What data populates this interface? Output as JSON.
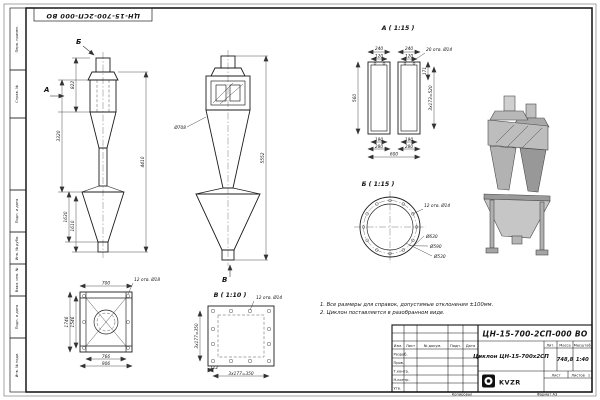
{
  "frame": {
    "doc_number_top": "ЦН-15-700-2СП-000 ВО",
    "copied_label": "Копировал",
    "format_label": "Формат А3"
  },
  "margin": {
    "perv_primen": "Перв. примен.",
    "sprav_no": "Справ. №",
    "podp_data_1": "Подп. и дата",
    "inv_dubl": "Инв. № дубл.",
    "vzam_inv": "Взам. инв. №",
    "podp_data_2": "Подп. и дата",
    "inv_podl": "Инв. № подл."
  },
  "views": {
    "front": {
      "arrow_a": "А",
      "arrow_b": "Б",
      "dim_822": "822",
      "dim_3320": "3320",
      "dim_1630": "1630",
      "dim_1610": "1610",
      "dim_4410": "4410"
    },
    "side": {
      "dia_708": "Ø708",
      "dim_5552": "5552",
      "arrow_v": "В"
    },
    "section_a": {
      "title": "А ( 1:15 )",
      "dim_240_left": "240",
      "dim_240_right": "240",
      "dim_120_left": "120",
      "dim_120_right": "120",
      "holes_note": "20 отв. Ø14",
      "dim_560": "560",
      "dim_171": "171",
      "dim_520": "3х173=520",
      "dim_190_left": "190",
      "dim_190_right": "190",
      "dim_280_left": "280",
      "dim_280_right": "280",
      "dim_600": "600"
    },
    "detail_b": {
      "title": "Б ( 1:15 )",
      "holes_note": "12 отв. Ø14",
      "dia_630": "Ø630",
      "dia_590": "Ø590",
      "dia_530": "Ø530"
    },
    "detail_v": {
      "title": "В ( 1:10 )",
      "holes_note": "12 отв. Ø14",
      "dim_112": "112",
      "dim_350_bottom": "3х177=350",
      "dim_350_left": "3х177=350"
    },
    "support": {
      "dim_700": "700",
      "holes_note": "12 отв. Ø18",
      "dim_1746": "1746",
      "dim_1546": "1546",
      "dim_766": "766",
      "dim_906": "906"
    }
  },
  "notes": {
    "line1": "1. Все размеры для справок, допустимые отклонения ±100мм.",
    "line2": "2. Циклон поставляется в разобранном виде."
  },
  "stamp": {
    "doc_number": "ЦН-15-700-2СП-000 ВО",
    "product_name": "Циклон ЦН-15-700х2СП",
    "col_izm": "Изм.",
    "col_list": "Лист",
    "col_doc": "№ докум.",
    "col_podp": "Подп.",
    "col_data": "Дата",
    "row_razrab": "Разраб.",
    "row_prov": "Пров.",
    "row_tkontr": "Т.контр.",
    "row_nkontr": "Н.контр.",
    "row_utv": "Утв.",
    "lit_label": "Лит.",
    "mass_label": "Масса",
    "scale_label": "Масштаб",
    "mass_value": "748,8",
    "scale_value": "1:40",
    "sheet_label": "Лист",
    "sheets_label": "Листов",
    "sheets_value": "1",
    "logo_text": "KVZR"
  }
}
